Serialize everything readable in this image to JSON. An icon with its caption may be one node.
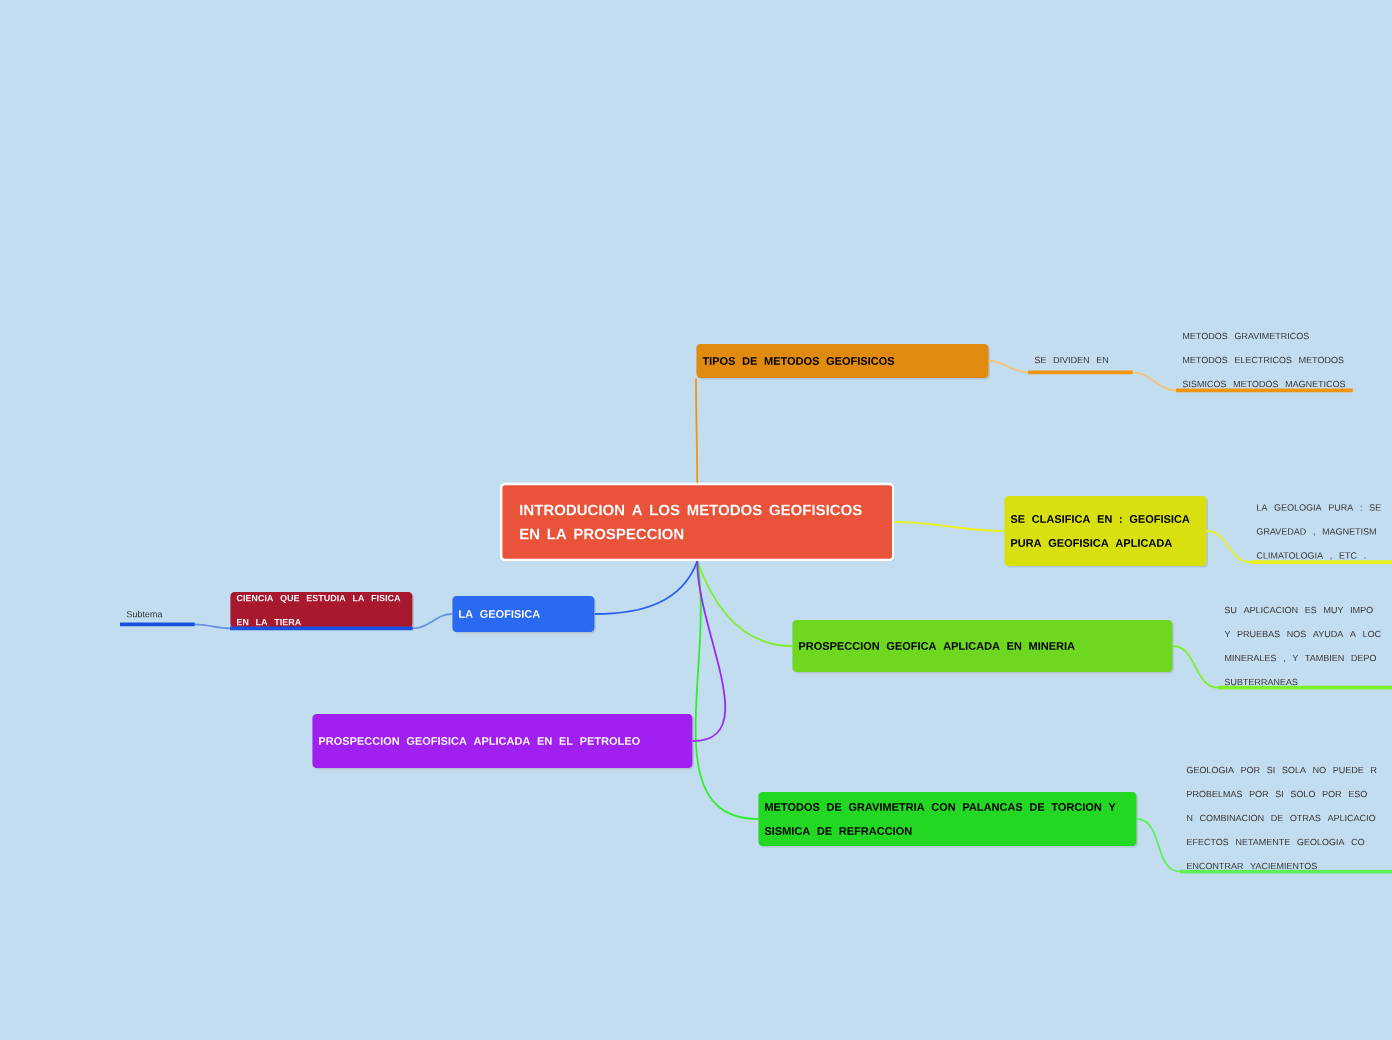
{
  "diagram": {
    "nodes": [
      {
        "text": [
          "INTRODUCION A LOS METODOS GEOFISICOS EN LA PROSPECCION"
        ]
      },
      {
        "text": [
          "TIPOS DE METODOS GEOFISICOS"
        ]
      },
      {
        "text": [
          "SE DIVIDEN EN"
        ]
      },
      {
        "text": [
          "METODOS GRAVIMETRICOS METODOS ELECTRICOS METODOS SISMICOS METODOS MAGNETICOS"
        ]
      },
      {
        "text": [
          "SE CLASIFICA EN : GEOFISICA PURA GEOFISICA APLICADA"
        ]
      },
      {
        "text": [
          "LA GEOLOGIA PURA : SE GRAVEDAD , MAGNETISM CLIMATOLOGIA , ETC ."
        ]
      },
      {
        "text": [
          "PROSPECCION GEOFICA APLICADA EN MINERIA"
        ]
      },
      {
        "text": [
          "SU APLICACION ES MUY IMPO Y PRUEBAS NOS AYUDA A LOC MINERALES , Y TAMBIEN DEPO SUBTERRANEAS"
        ]
      },
      {
        "text": [
          "METODOS DE GRAVIMETRIA CON PALANCAS DE TORCION Y SISMICA DE REFRACCION"
        ]
      },
      {
        "text": [
          "GEOLOGIA POR SI SOLA NO PUEDE R PROBELMAS POR SI SOLO POR ESO N COMBINACION DE OTRAS APLICACIO EFECTOS NETAMENTE GEOLOGIA CO ENCONTRAR YACIEMIENTOS"
        ]
      },
      {
        "text": [
          "LA GEOFISICA"
        ]
      },
      {
        "text": [
          "CIENCIA QUE ESTUDIA LA FISICA EN LA TIERA"
        ]
      },
      {
        "text": [
          "Subtema"
        ]
      },
      {
        "text": [
          "PROSPECCION GEOFISICA APLICADA EN EL PETROLEO"
        ]
      }
    ],
    "edges": [
      {
        "from": 0,
        "to": 1,
        "arrow": "none",
        "color": "#f0950c"
      },
      {
        "from": 1,
        "to": 2,
        "arrow": "none",
        "color": "#f5c27a"
      },
      {
        "from": 2,
        "to": 3,
        "arrow": "none",
        "color": "#f5c27a"
      },
      {
        "from": 0,
        "to": 4,
        "arrow": "none",
        "color": "#e8f020"
      },
      {
        "from": 4,
        "to": 5,
        "arrow": "none",
        "color": "#e8f020"
      },
      {
        "from": 0,
        "to": 6,
        "arrow": "none",
        "color": "#7ef02a"
      },
      {
        "from": 6,
        "to": 7,
        "arrow": "none",
        "color": "#7ef02a"
      },
      {
        "from": 0,
        "to": 8,
        "arrow": "none",
        "color": "#2ef02a"
      },
      {
        "from": 8,
        "to": 9,
        "arrow": "none",
        "color": "#5ef05a"
      },
      {
        "from": 0,
        "to": 10,
        "arrow": "none",
        "color": "#2a5ef0"
      },
      {
        "from": 10,
        "to": 11,
        "arrow": "none",
        "color": "#6a90e0"
      },
      {
        "from": 11,
        "to": 12,
        "arrow": "none",
        "color": "#6a90e0"
      },
      {
        "from": 0,
        "to": 13,
        "arrow": "none",
        "color": "#9a2af0"
      }
    ]
  }
}
